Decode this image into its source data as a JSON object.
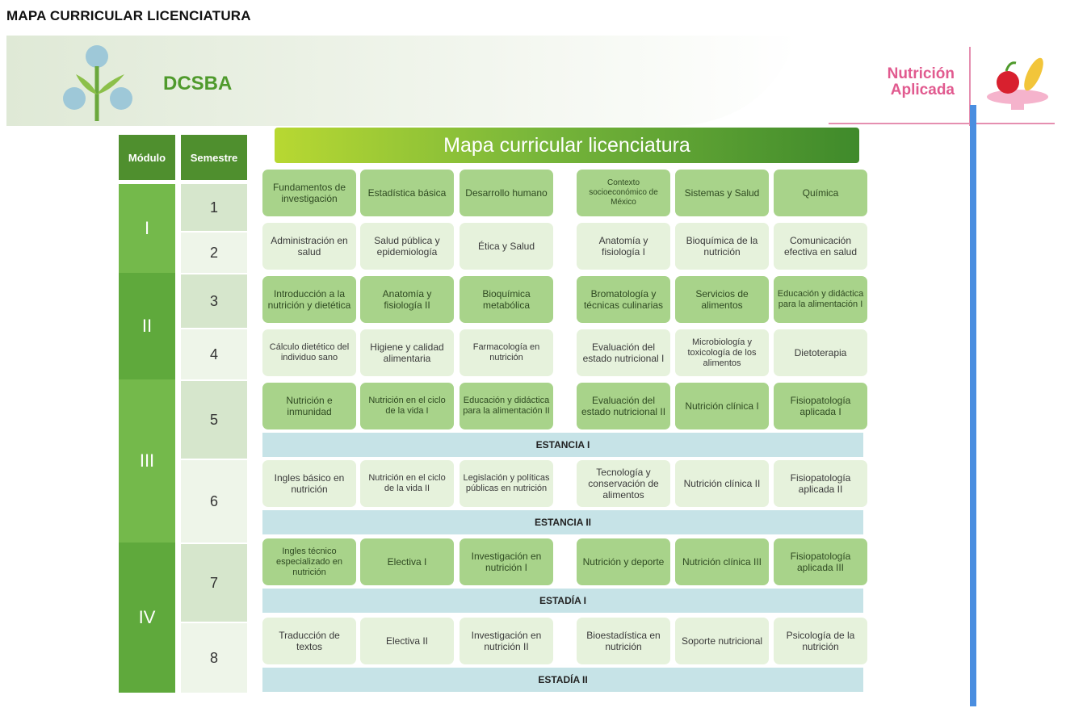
{
  "page_title": "MAPA CURRICULAR LICENCIATURA",
  "header": {
    "institution": "DCSBA",
    "brand_line1": "Nutrición",
    "brand_line2": "Aplicada",
    "colors": {
      "brand_pink": "#e15a8f",
      "accent_blue": "#4a8ee0",
      "dark_green": "#4f8f2e"
    }
  },
  "map": {
    "title": "Mapa curricular licenciatura",
    "column_headers": {
      "module": "Módulo",
      "semester": "Semestre"
    },
    "modules": [
      "I",
      "II",
      "III",
      "IV"
    ],
    "semesters": [
      "1",
      "2",
      "3",
      "4",
      "5",
      "6",
      "7",
      "8"
    ],
    "rows": [
      [
        "Fundamentos de investigación",
        "Estadística básica",
        "Desarrollo humano",
        "Contexto socioeconómico de México",
        "Sistemas y Salud",
        "Química"
      ],
      [
        "Administración en salud",
        "Salud pública y epidemiología",
        "Ética y Salud",
        "Anatomía y fisiología I",
        "Bioquímica de la nutrición",
        "Comunicación efectiva en salud"
      ],
      [
        "Introducción a la nutrición y dietética",
        "Anatomía y fisiología II",
        "Bioquímica metabólica",
        "Bromatología y técnicas culinarias",
        "Servicios de alimentos",
        "Educación y didáctica para la alimentación I"
      ],
      [
        "Cálculo dietético del individuo sano",
        "Higiene y calidad alimentaria",
        "Farmacología en nutrición",
        "Evaluación del estado nutricional I",
        "Microbiología y toxicología de los alimentos",
        "Dietoterapia"
      ],
      [
        "Nutrición e inmunidad",
        "Nutrición en el ciclo de la vida I",
        "Educación y didáctica para la alimentación II",
        "Evaluación del estado nutricional II",
        "Nutrición clínica I",
        "Fisiopatología aplicada I"
      ],
      [
        "Ingles básico en nutrición",
        "Nutrición en el ciclo de la vida II",
        "Legislación y políticas públicas en nutrición",
        "Tecnología y conservación de alimentos",
        "Nutrición clínica II",
        "Fisiopatología aplicada II"
      ],
      [
        "Ingles técnico especializado en nutrición",
        "Electiva I",
        "Investigación en nutrición I",
        "Nutrición y deporte",
        "Nutrición clínica III",
        "Fisiopatología aplicada III"
      ],
      [
        "Traducción de textos",
        "Electiva II",
        "Investigación en nutrición II",
        "Bioestadística en nutrición",
        "Soporte nutricional",
        "Psicología de la nutrición"
      ]
    ],
    "bands": [
      "ESTANCIA I",
      "ESTANCIA II",
      "ESTADÍA I",
      "ESTADÍA II"
    ]
  }
}
